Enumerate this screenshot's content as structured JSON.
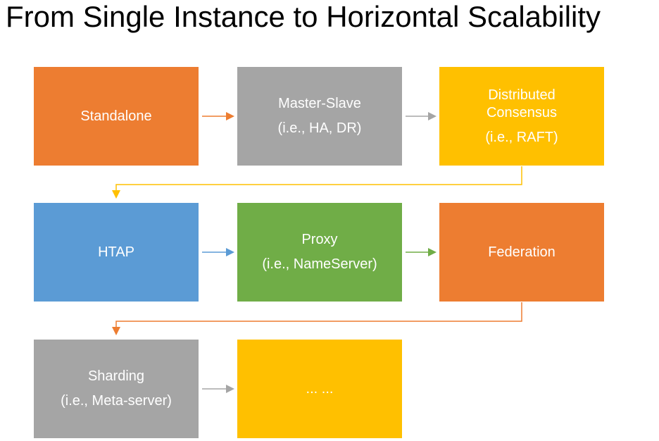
{
  "title": "From Single Instance to Horizontal Scalability",
  "colors": {
    "orange": "#ED7D31",
    "gray": "#A5A5A5",
    "gold": "#FFC000",
    "blue": "#5B9BD5",
    "green": "#70AD47",
    "box_text": "#FFFFFF",
    "title_text": "#000000"
  },
  "boxes": {
    "standalone": {
      "title": "Standalone",
      "color": "#ED7D31"
    },
    "master_slave": {
      "title": "Master-Slave",
      "subtitle": "(i.e., HA, DR)",
      "color": "#A5A5A5"
    },
    "distributed_consensus": {
      "title": "Distributed Consensus",
      "subtitle": "(i.e., RAFT)",
      "color": "#FFC000"
    },
    "htap": {
      "title": "HTAP",
      "color": "#5B9BD5"
    },
    "proxy": {
      "title": "Proxy",
      "subtitle": "(i.e., NameServer)",
      "color": "#70AD47"
    },
    "federation": {
      "title": "Federation",
      "color": "#ED7D31"
    },
    "sharding": {
      "title": "Sharding",
      "subtitle": "(i.e., Meta-server)",
      "color": "#A5A5A5"
    },
    "more": {
      "title": "... ...",
      "color": "#FFC000"
    }
  },
  "arrows": [
    {
      "from": "standalone",
      "to": "master_slave",
      "color": "#ED7D31"
    },
    {
      "from": "master_slave",
      "to": "distributed_consensus",
      "color": "#A5A5A5"
    },
    {
      "from": "distributed_consensus",
      "to": "htap",
      "color": "#FFC000"
    },
    {
      "from": "htap",
      "to": "proxy",
      "color": "#5B9BD5"
    },
    {
      "from": "proxy",
      "to": "federation",
      "color": "#70AD47"
    },
    {
      "from": "federation",
      "to": "sharding",
      "color": "#ED7D31"
    },
    {
      "from": "sharding",
      "to": "more",
      "color": "#A5A5A5"
    }
  ]
}
